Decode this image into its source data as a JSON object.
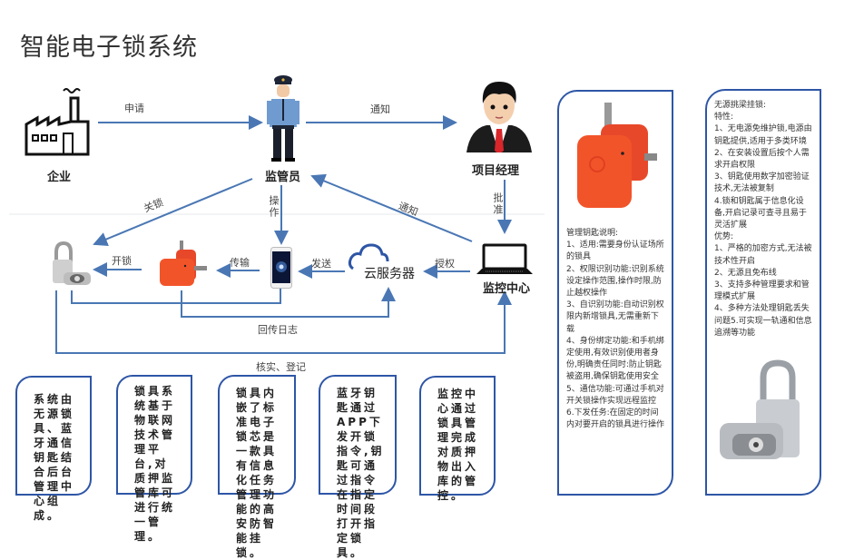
{
  "title": "智能电子锁系统",
  "nodes": {
    "enterprise": {
      "label": "企业",
      "icon": "factory-icon"
    },
    "supervisor": {
      "label": "监管员",
      "icon": "police-officer-icon"
    },
    "project_manager": {
      "label": "项目经理",
      "icon": "businessman-icon"
    },
    "padlock": {
      "label": "",
      "icon": "padlock-icon"
    },
    "key": {
      "label": "",
      "icon": "electronic-key-icon"
    },
    "phone": {
      "label": "",
      "icon": "smartphone-icon"
    },
    "cloud": {
      "label": "云服务器",
      "icon": "cloud-icon"
    },
    "monitor_center": {
      "label": "监控中心",
      "icon": "laptop-icon"
    }
  },
  "edges": {
    "apply": "申请",
    "notify_pm": "通知",
    "approve": "批准",
    "notify_supervisor": "通知",
    "close_lock": "关锁",
    "operate": "操作",
    "open_lock": "开锁",
    "transmit": "传输",
    "send": "发送",
    "authorize": "授权",
    "return_log": "回传日志",
    "verify_register": "核实、登记"
  },
  "cards": [
    {
      "text": "系统由无源锁具、蓝牙通信钥匙结合后台管理中心组成。"
    },
    {
      "text": "锁具系统基于物联网技术管理平台,对质押监管库可进行统一管理。"
    },
    {
      "text": "锁具内嵌了标准电子锁芯是一款具有信息化任务管理功能的高安防智能挂锁。"
    },
    {
      "text": "蓝牙钥匙通过APP下发开锁指令,钥匙可通过指令在指定时间段打开指定锁具。"
    },
    {
      "text": "监控中心通过锁具管理完成对质押物出入库的管控。"
    }
  ],
  "key_panel": {
    "image": "electronic-key-icon",
    "lines": [
      "管理钥匙说明:",
      "1、适用:需要身份认证场所的锁具",
      "2、权限识别功能:识别系统设定操作范围,操作时限,防止越权操作",
      "3、自识别功能:自动识别权限内新增锁具,无需重新下载",
      "4、身份绑定功能:和手机绑定使用,有效识别使用者身份,明确责任同时:防止钥匙被盗用,确保钥匙使用安全",
      "5、通信功能:可通过手机对开关锁操作实现远程监控",
      "6.下发任务:在固定的时间内对要开启的锁具进行操作"
    ]
  },
  "lock_panel": {
    "image": "padlock-icon",
    "lines": [
      "无源挑梁挂锁:",
      "特性:",
      "1、无电源免维护锁,电源由钥匙提供,适用于多类环境",
      "2、在安装设置后按个人需求开启权限",
      "3、钥匙使用数字加密验证技术,无法被复制",
      "4.锁和钥匙属于信息化设备,开启记录可查寻且易于灵活扩展",
      "优势:",
      "1、严格的加密方式,无法被技术性开启",
      "2、无源且免布线",
      "3、支持多种管理要求和管理模式扩展",
      "4、多种方法处理钥匙丢失问题5.可实现一轨通和信息追溯等功能"
    ]
  },
  "colors": {
    "line": "#4a77b4",
    "card_border": "#2e56a6",
    "key_orange": "#f2542a",
    "tie_red": "#d8262b",
    "uniform_blue": "#6f9bd0"
  }
}
